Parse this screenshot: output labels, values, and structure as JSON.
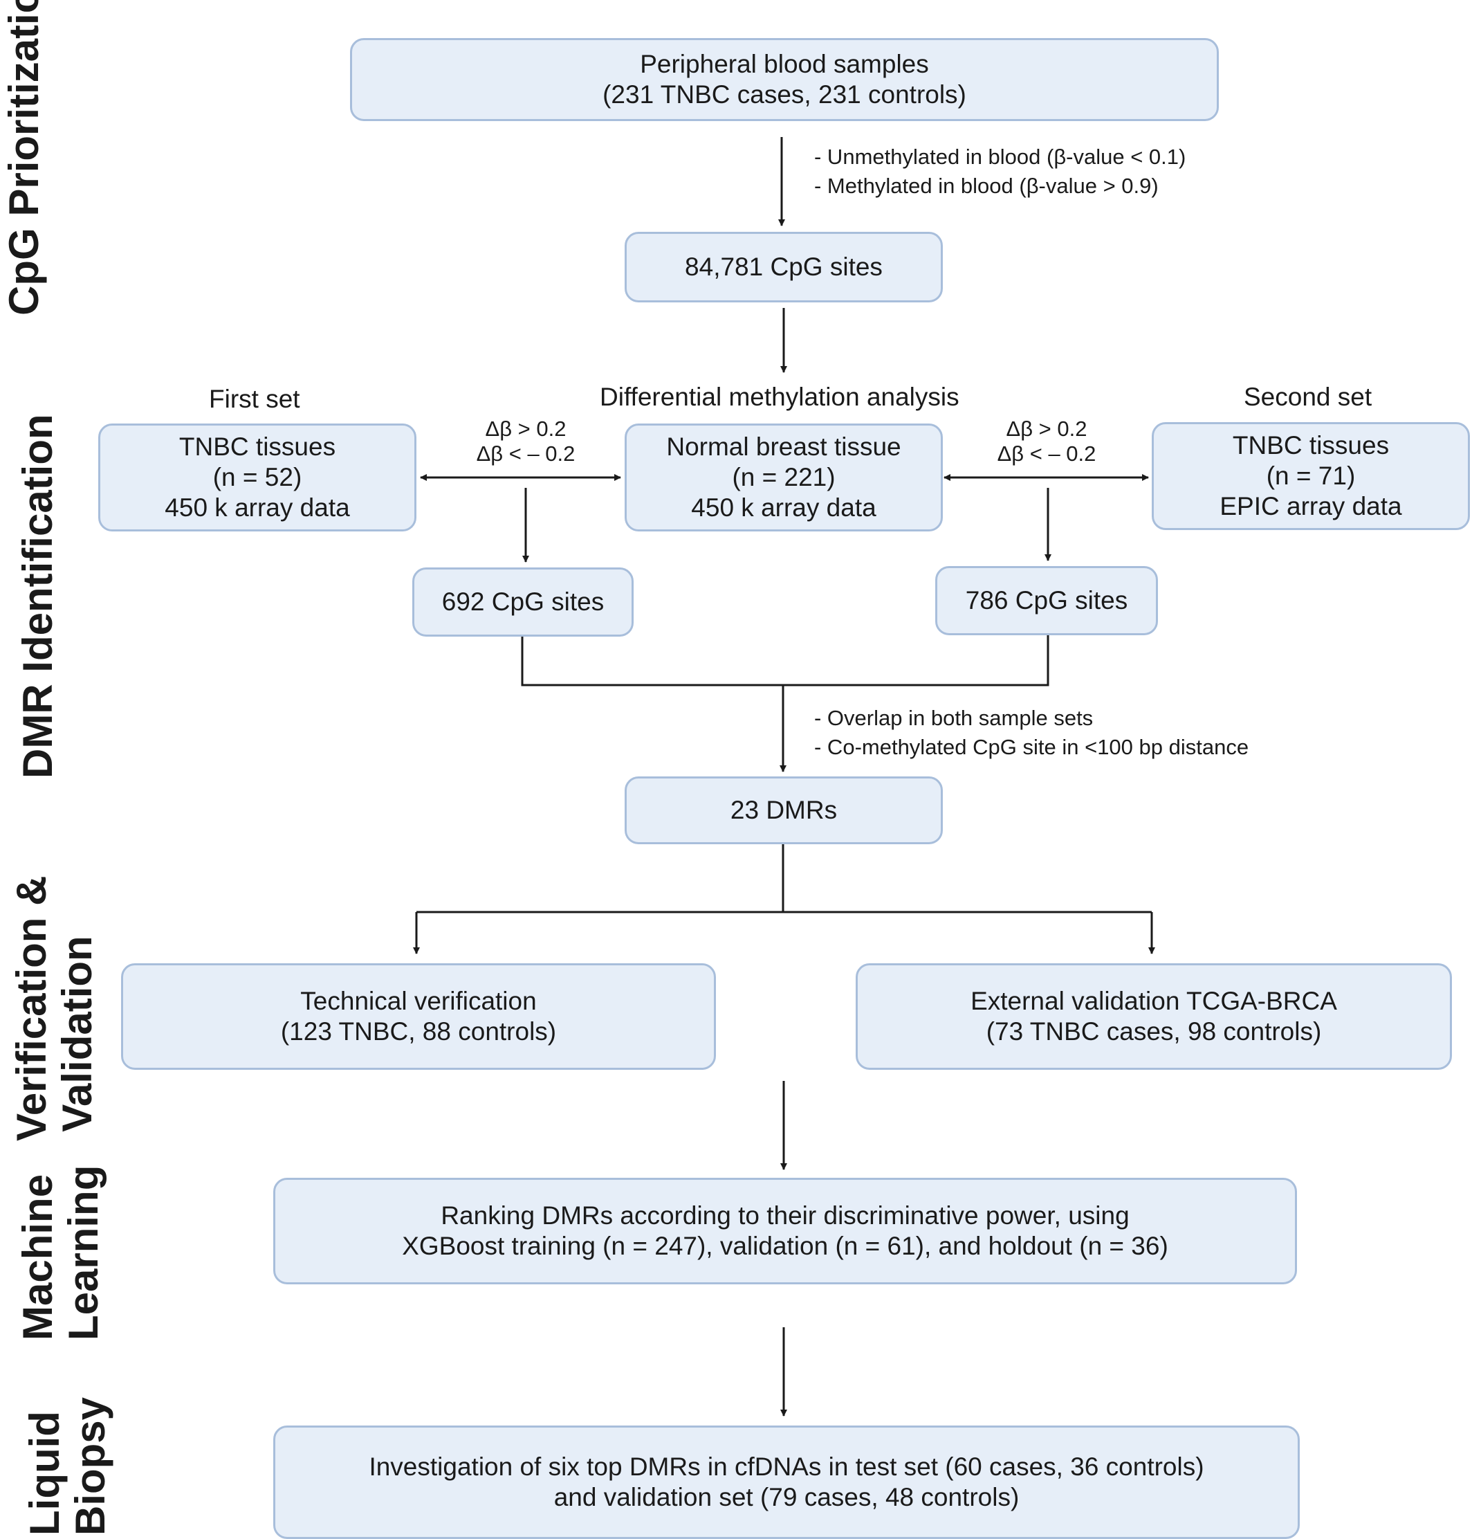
{
  "sections": {
    "cpg": "CpG Prioritization",
    "dmr": "DMR Identification",
    "verification": [
      "Verification &",
      "Validation"
    ],
    "machine": [
      "Machine",
      "Learning"
    ],
    "liquid": [
      "Liquid",
      "Biopsy"
    ]
  },
  "boxes": {
    "blood": [
      "Peripheral blood samples",
      "(231 TNBC cases, 231 controls)"
    ],
    "cpg84781": [
      "84,781 CpG sites"
    ],
    "tnbc1": [
      "TNBC tissues",
      "(n = 52)",
      "450 k array data"
    ],
    "normal": [
      "Normal breast tissue",
      "(n = 221)",
      "450 k array data"
    ],
    "tnbc2": [
      "TNBC tissues",
      "(n = 71)",
      "EPIC array data"
    ],
    "cpg692": [
      "692 CpG sites"
    ],
    "cpg786": [
      "786 CpG sites"
    ],
    "dmrs23": [
      "23 DMRs"
    ],
    "technical": [
      "Technical verification",
      "(123 TNBC, 88 controls)"
    ],
    "external": [
      "External validation TCGA-BRCA",
      "(73 TNBC cases, 98 controls)"
    ],
    "ranking": [
      "Ranking DMRs according to their discriminative power, using",
      "XGBoost training (n = 247), validation (n = 61), and holdout (n = 36)"
    ],
    "investigation": [
      "Investigation of six top DMRs in cfDNAs in test set (60 cases, 36 controls)",
      "and validation set (79 cases, 48  controls)"
    ]
  },
  "labels": {
    "first_set": "First set",
    "second_set": "Second set",
    "diff_analysis": "Differential methylation analysis"
  },
  "notes": {
    "blood_filter": [
      "- Unmethylated in blood (β-value < 0.1)",
      "- Methylated in blood (β-value > 0.9)"
    ],
    "overlap": [
      "- Overlap in both sample sets",
      "- Co-methylated CpG site in <100 bp distance"
    ]
  },
  "delta_left": [
    "Δβ > 0.2",
    "Δβ < – 0.2"
  ],
  "delta_right": [
    "Δβ > 0.2",
    "Δβ < – 0.2"
  ]
}
